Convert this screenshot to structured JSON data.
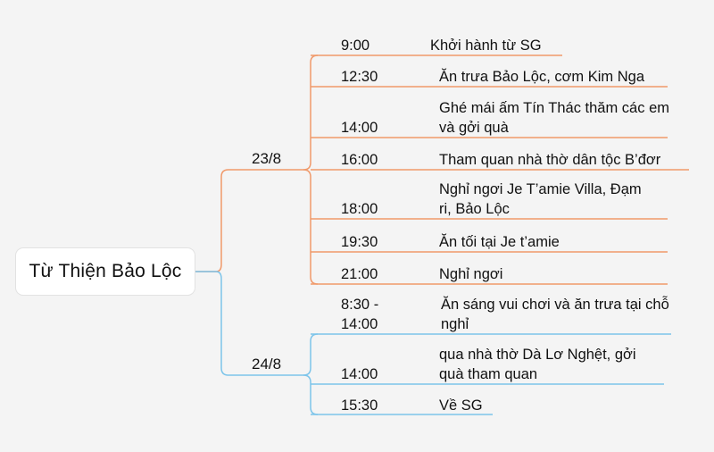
{
  "root": {
    "label": "Từ Thiện Bảo Lộc"
  },
  "colors": {
    "day1": "#f0996a",
    "day2": "#7cc4ea"
  },
  "days": [
    {
      "label": "23/8",
      "items": [
        {
          "time": "9:00",
          "activity": "Khởi hành từ SG"
        },
        {
          "time": "12:30",
          "activity": "Ăn trưa Bảo Lộc, cơm Kim Nga"
        },
        {
          "time": "14:00",
          "activity": "Ghé mái ấm Tín Thác thăm các em và gởi quà"
        },
        {
          "time": "16:00",
          "activity": "Tham quan nhà thờ dân tộc B’đơr"
        },
        {
          "time": "18:00",
          "activity": "Nghỉ ngơi Je T’amie Villa, Đạm ri, Bảo Lộc"
        },
        {
          "time": "19:30",
          "activity": "Ăn tối tại Je t’amie"
        },
        {
          "time": "21:00",
          "activity": "Nghỉ ngơi"
        }
      ]
    },
    {
      "label": "24/8",
      "items": [
        {
          "time": "8:30 - 14:00",
          "activity": "Ăn sáng vui chơi và ăn trưa tại chỗ nghỉ"
        },
        {
          "time": "14:00",
          "activity": "qua nhà thờ Dà Lơ Nghệt, gởi quà tham quan"
        },
        {
          "time": "15:30",
          "activity": "Về SG"
        }
      ]
    }
  ]
}
